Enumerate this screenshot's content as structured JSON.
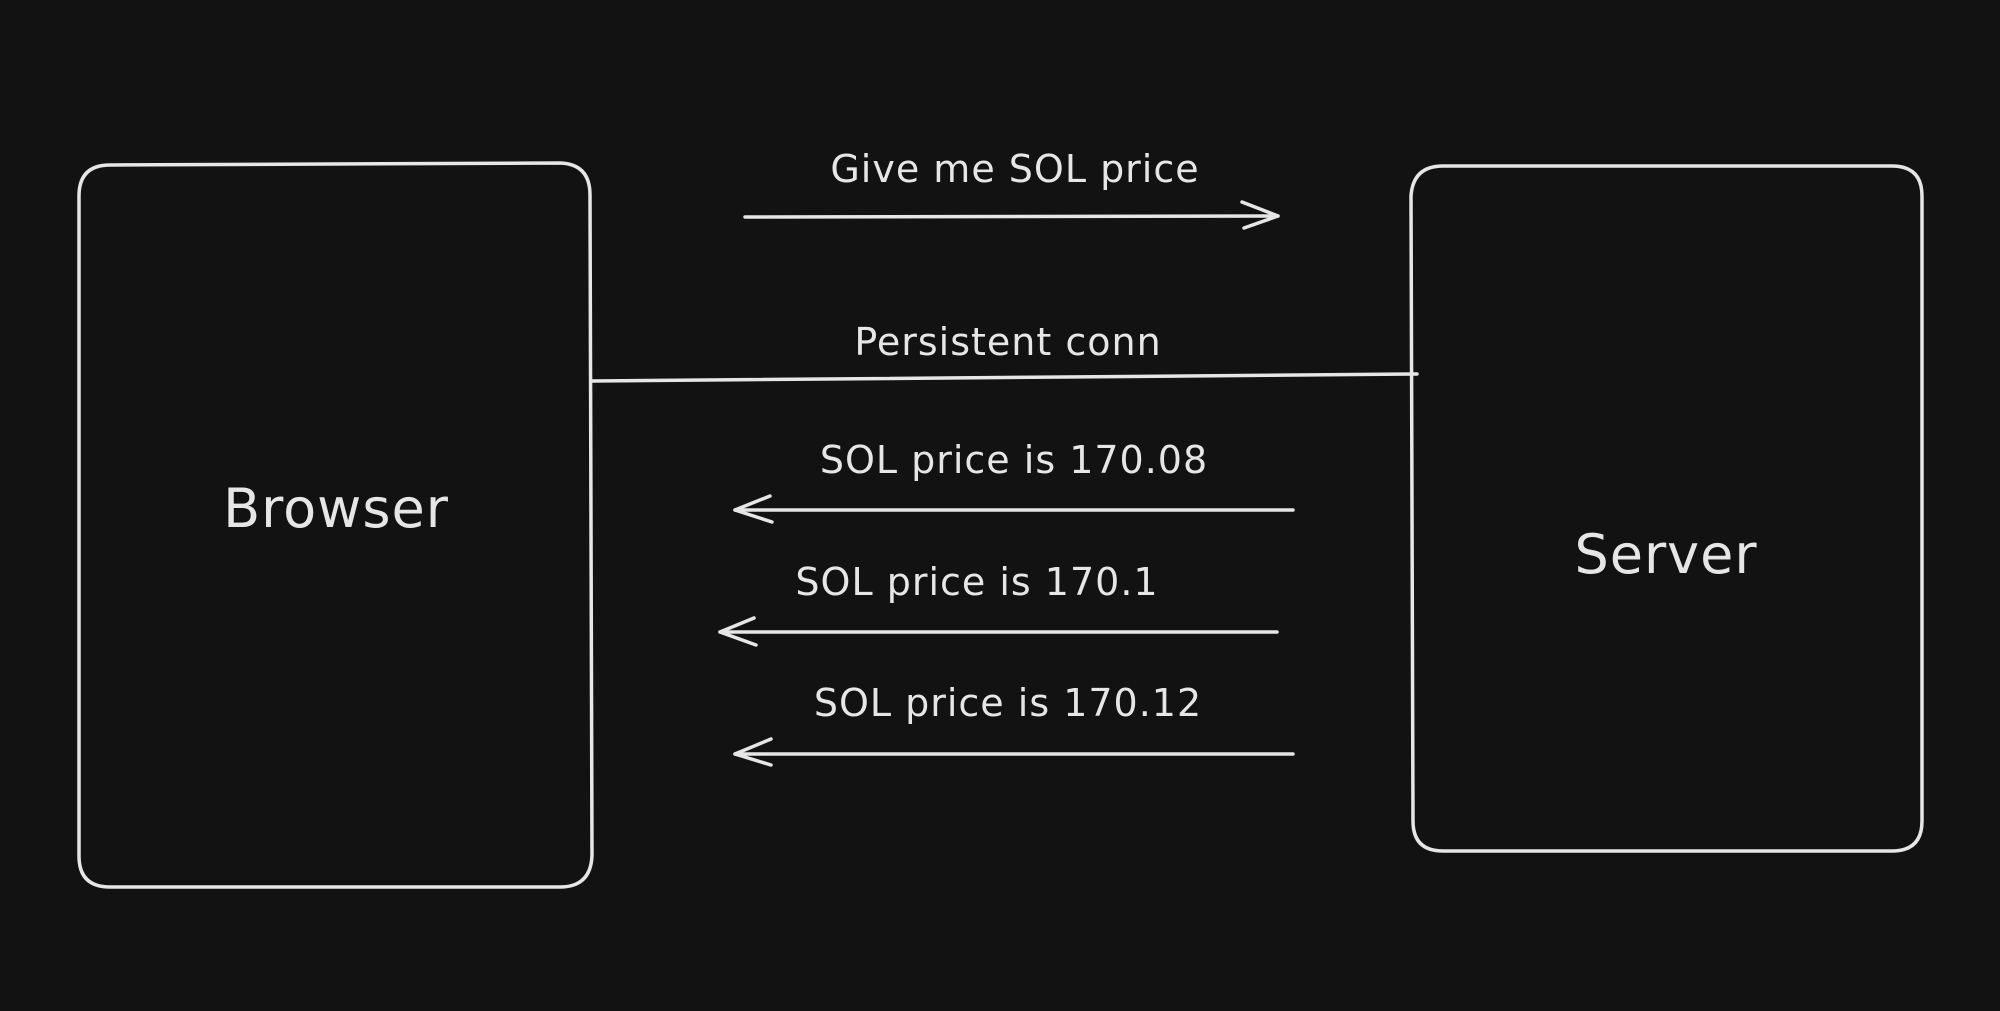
{
  "diagram": {
    "nodes": {
      "browser": {
        "label": "Browser"
      },
      "server": {
        "label": "Server"
      }
    },
    "edges": {
      "request": {
        "label": "Give me SOL price",
        "from": "browser",
        "to": "server"
      },
      "persistent": {
        "label": "Persistent conn",
        "from": "browser",
        "to": "server"
      },
      "update1": {
        "label": "SOL price is 170.08",
        "from": "server",
        "to": "browser"
      },
      "update2": {
        "label": "SOL price is 170.1",
        "from": "server",
        "to": "browser"
      },
      "update3": {
        "label": "SOL price is 170.12",
        "from": "server",
        "to": "browser"
      }
    }
  },
  "colors": {
    "background": "#121212",
    "stroke": "#e6e6e6"
  }
}
